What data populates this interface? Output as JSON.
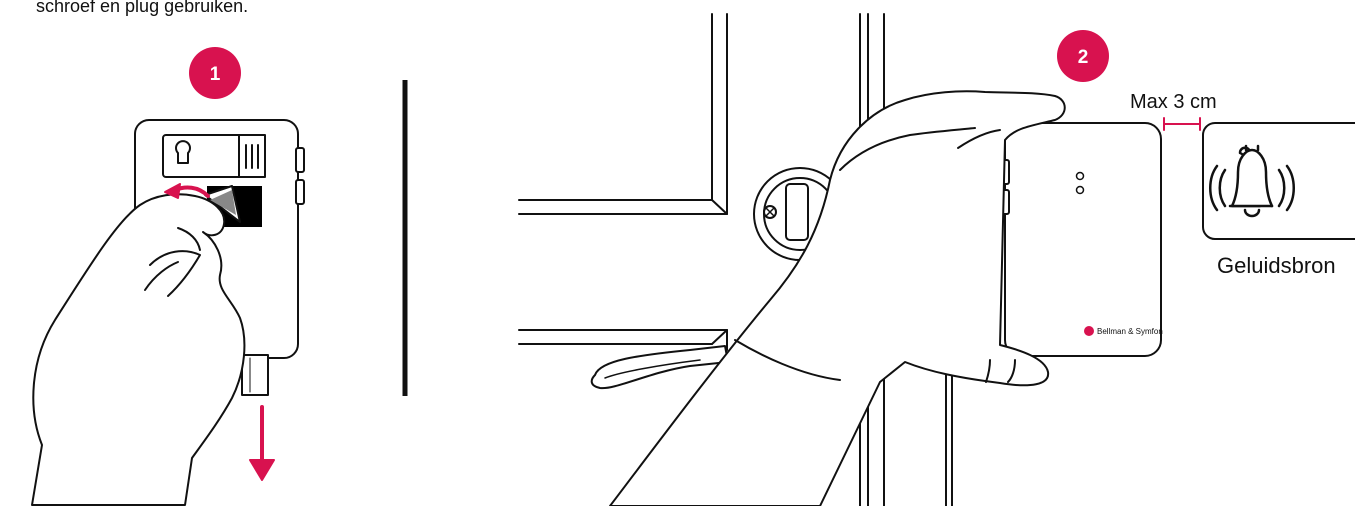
{
  "caption": "schroef en plug gebruiken.",
  "steps": [
    {
      "number": "1"
    },
    {
      "number": "2"
    }
  ],
  "distance_label": "Max 3 cm",
  "sound_source_label": "Geluidsbron",
  "brand_text": "Bellman & Symfon",
  "colors": {
    "accent": "#D8124F",
    "line": "#111111",
    "fill": "#ffffff",
    "tape": "#000000"
  },
  "icons": [
    "bell-icon",
    "sound-waves-icon",
    "keyhole-icon",
    "arrow-icon"
  ]
}
